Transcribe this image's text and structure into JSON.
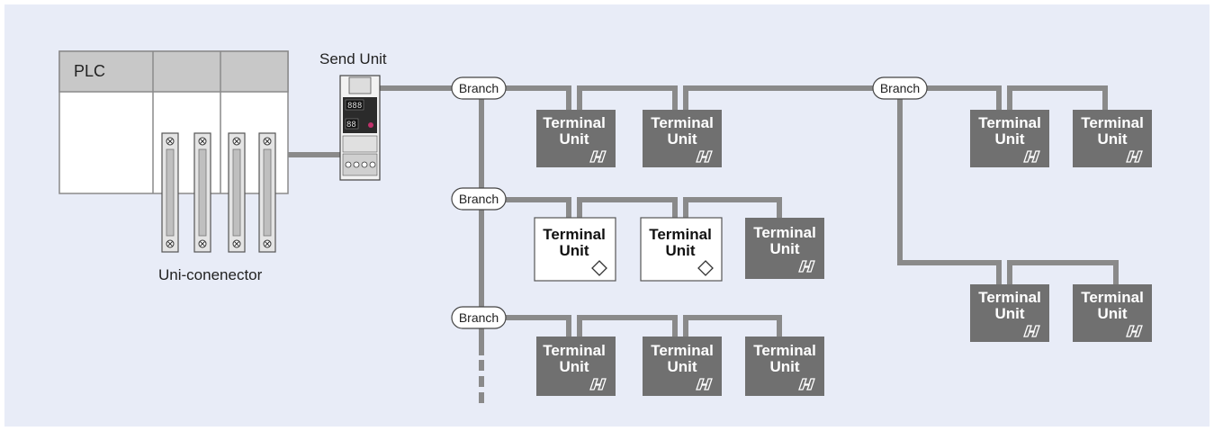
{
  "labels": {
    "plc": "PLC",
    "send_unit": "Send Unit",
    "uni_connector": "Uni-conenector",
    "branch": "Branch",
    "terminal_line1": "Terminal",
    "terminal_line2": "Unit"
  },
  "colors": {
    "background": "#e8ecf7",
    "line": "#8a8a8a",
    "terminal_dark": "#707070",
    "terminal_light": "#ffffff",
    "plc_header": "#c8c8c8"
  },
  "terminal_units": [
    {
      "group": "branch-1",
      "kind": "dark",
      "icon": "h-icon"
    },
    {
      "group": "branch-1",
      "kind": "dark",
      "icon": "h-icon"
    },
    {
      "group": "branch-2",
      "kind": "light",
      "icon": "diamond-icon"
    },
    {
      "group": "branch-2",
      "kind": "light",
      "icon": "diamond-icon"
    },
    {
      "group": "branch-2",
      "kind": "dark",
      "icon": "h-icon"
    },
    {
      "group": "branch-3",
      "kind": "dark",
      "icon": "h-icon"
    },
    {
      "group": "branch-3",
      "kind": "dark",
      "icon": "h-icon"
    },
    {
      "group": "branch-3",
      "kind": "dark",
      "icon": "h-icon"
    },
    {
      "group": "branch-4",
      "kind": "dark",
      "icon": "h-icon"
    },
    {
      "group": "branch-4",
      "kind": "dark",
      "icon": "h-icon"
    },
    {
      "group": "branch-4",
      "kind": "dark",
      "icon": "h-icon"
    },
    {
      "group": "branch-4",
      "kind": "dark",
      "icon": "h-icon"
    }
  ]
}
